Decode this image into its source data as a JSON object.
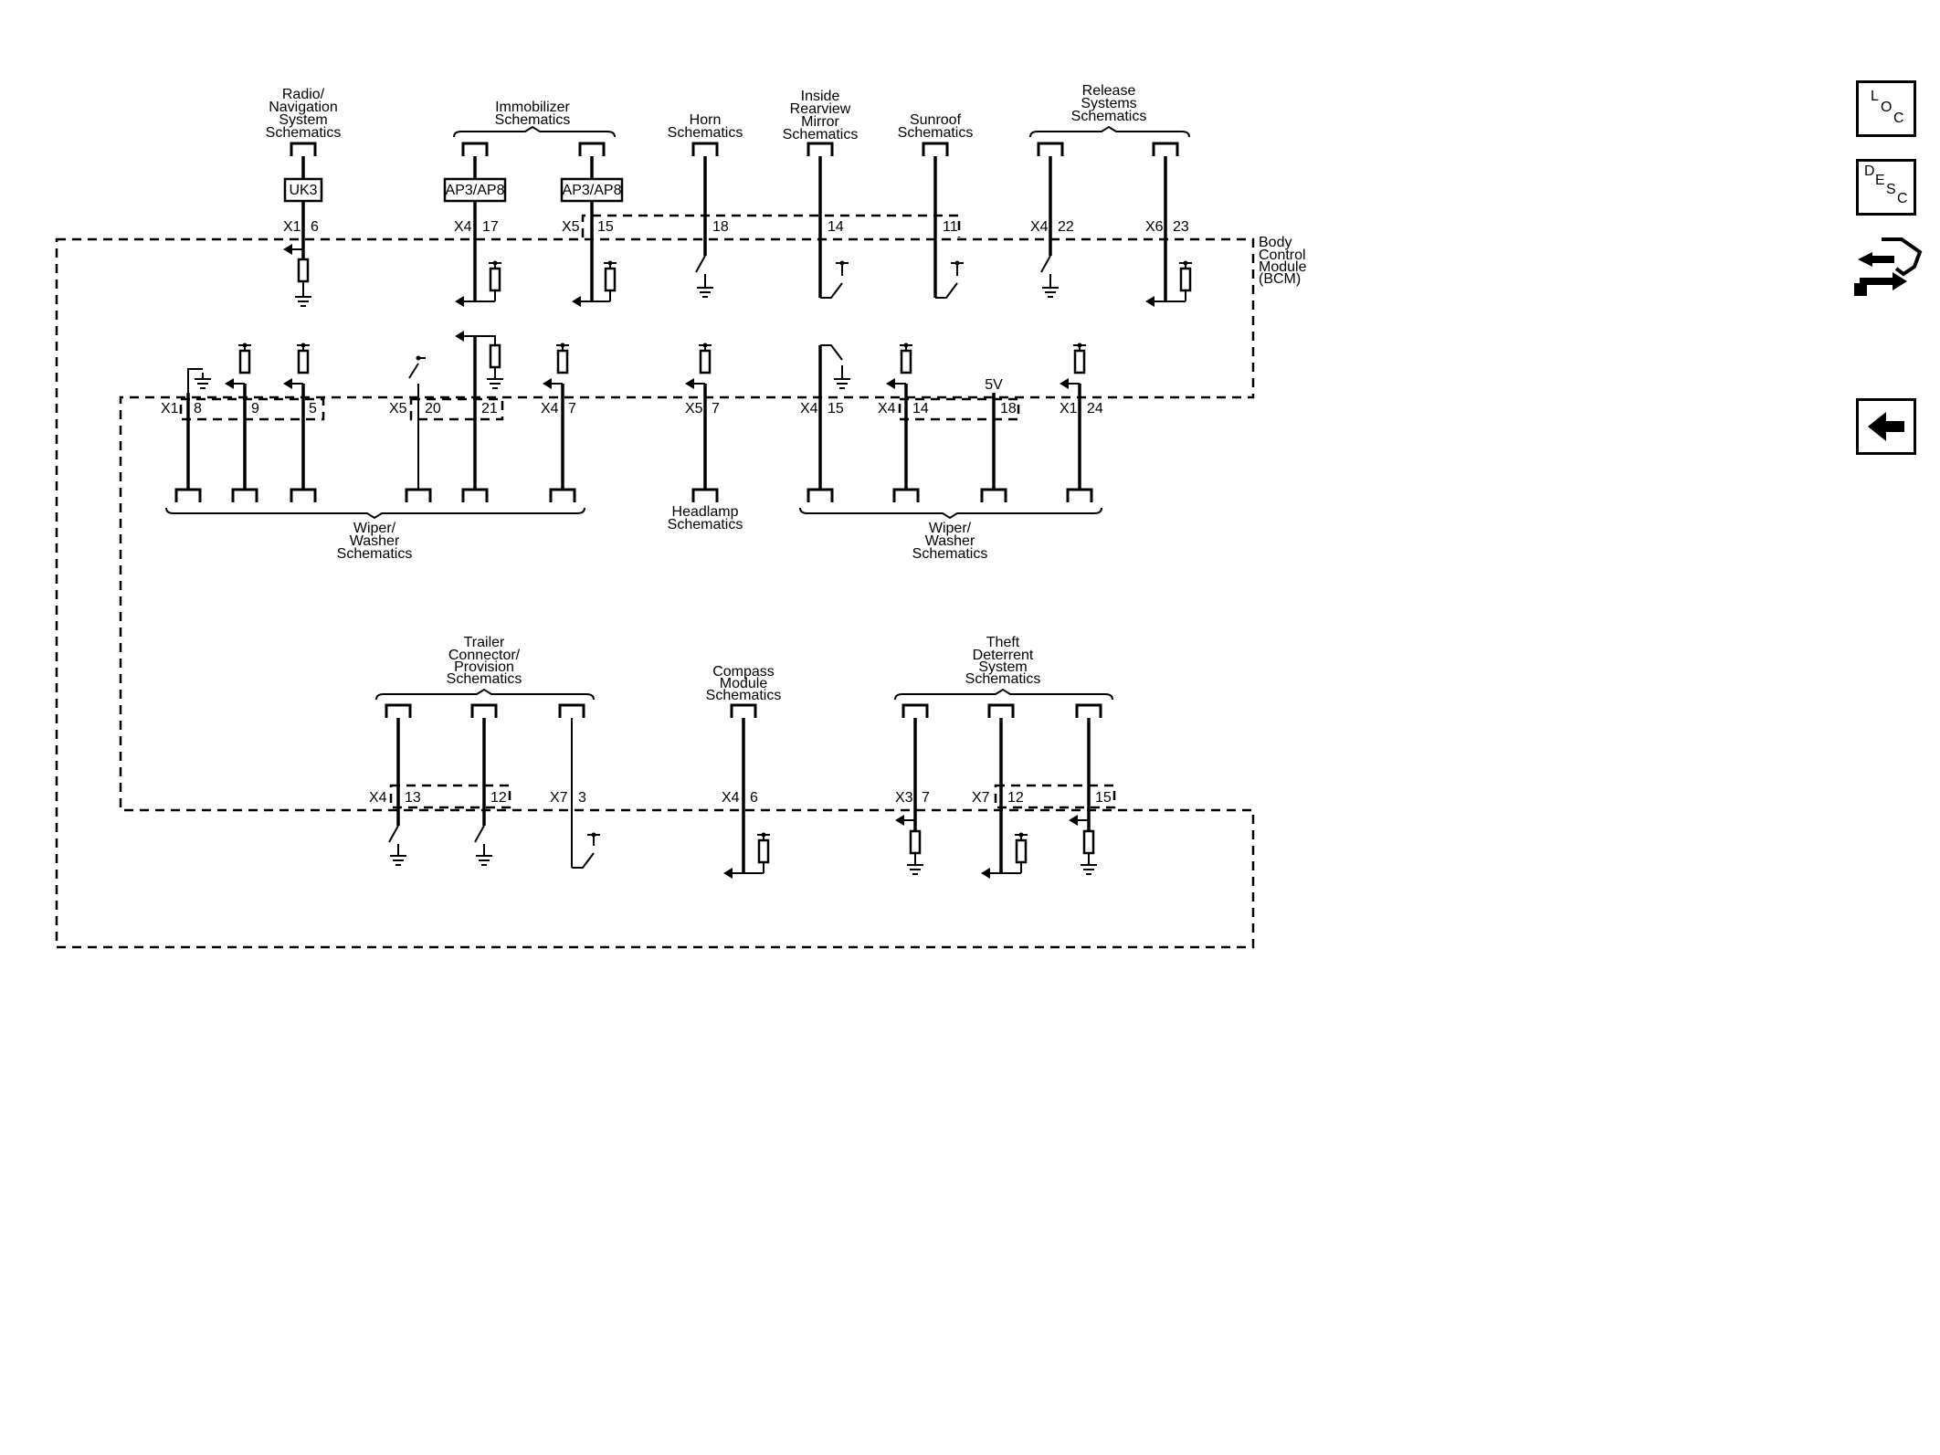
{
  "nav": {
    "loc_icon": "loc-icon",
    "desc_icon": "desc-icon",
    "harness_icon": "connector-harness-icon",
    "back_icon": "back-arrow-icon"
  },
  "bcm_label": [
    "Body",
    "Control",
    "Module",
    "(BCM)"
  ],
  "top_groups": {
    "radio": [
      "Radio/",
      "Navigation",
      "System",
      "Schematics"
    ],
    "immobilizer": [
      "Immobilizer",
      "Schematics"
    ],
    "horn": [
      "Horn",
      "Schematics"
    ],
    "mirror": [
      "Inside",
      "Rearview",
      "Mirror",
      "Schematics"
    ],
    "sunroof": [
      "Sunroof",
      "Schematics"
    ],
    "release": [
      "Release",
      "Systems",
      "Schematics"
    ]
  },
  "modules": {
    "uk3": "UK3",
    "ap3a": "AP3/AP8",
    "ap3b": "AP3/AP8"
  },
  "top_pins": [
    {
      "conn": "X1",
      "pin": "6"
    },
    {
      "conn": "X4",
      "pin": "17"
    },
    {
      "conn": "X5",
      "pin": "15"
    },
    {
      "conn": "",
      "pin": "18"
    },
    {
      "conn": "",
      "pin": "14"
    },
    {
      "conn": "",
      "pin": "11"
    },
    {
      "conn": "X4",
      "pin": "22"
    },
    {
      "conn": "X6",
      "pin": "23"
    }
  ],
  "mid_pins": [
    {
      "conn": "X1",
      "pin": "8"
    },
    {
      "conn": "",
      "pin": "9"
    },
    {
      "conn": "",
      "pin": "5"
    },
    {
      "conn": "X5",
      "pin": "20"
    },
    {
      "conn": "",
      "pin": "21"
    },
    {
      "conn": "X4",
      "pin": "7"
    },
    {
      "conn": "X5",
      "pin": "7"
    },
    {
      "conn": "X4",
      "pin": "15"
    },
    {
      "conn": "X4",
      "pin": "14"
    },
    {
      "conn": "",
      "pin": "18"
    },
    {
      "conn": "X1",
      "pin": "24"
    }
  ],
  "five_v": "5V",
  "mid_groups": {
    "wiper_left": [
      "Wiper/",
      "Washer",
      "Schematics"
    ],
    "headlamp": [
      "Headlamp",
      "Schematics"
    ],
    "wiper_right": [
      "Wiper/",
      "Washer",
      "Schematics"
    ]
  },
  "bottom_groups": {
    "trailer": [
      "Trailer",
      "Connector/",
      "Provision",
      "Schematics"
    ],
    "compass": [
      "Compass",
      "Module",
      "Schematics"
    ],
    "theft": [
      "Theft",
      "Deterrent",
      "System",
      "Schematics"
    ]
  },
  "bottom_pins": [
    {
      "conn": "X4",
      "pin": "13"
    },
    {
      "conn": "",
      "pin": "12"
    },
    {
      "conn": "X7",
      "pin": "3"
    },
    {
      "conn": "X4",
      "pin": "6"
    },
    {
      "conn": "X3",
      "pin": "7"
    },
    {
      "conn": "X7",
      "pin": "12"
    },
    {
      "conn": "",
      "pin": "15"
    }
  ]
}
